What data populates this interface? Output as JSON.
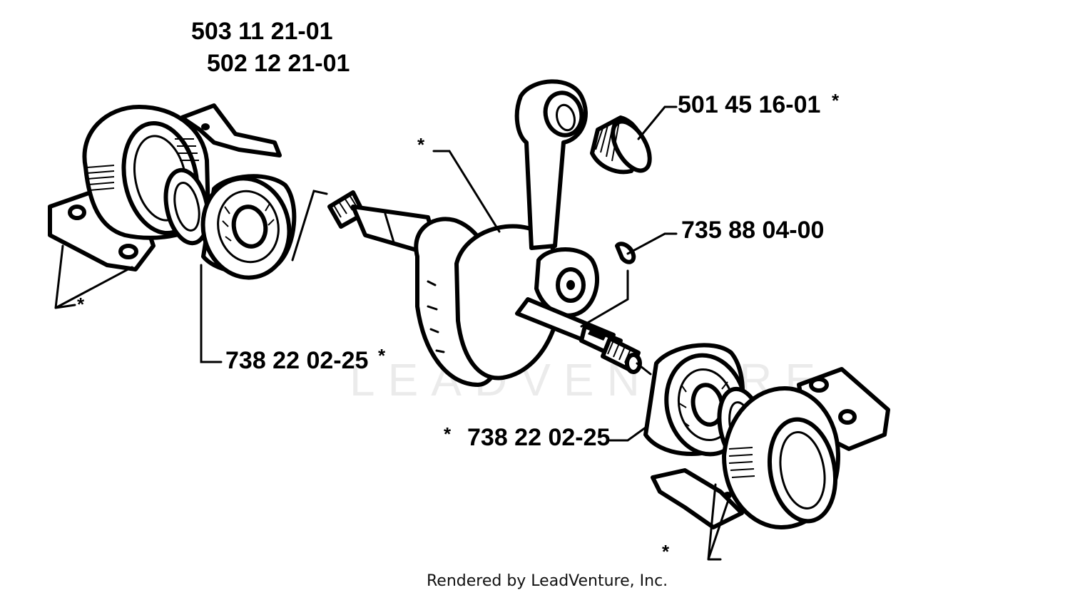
{
  "callouts": {
    "left_housing_a": "503 11 21-01",
    "left_housing_b": "502 12 21-01",
    "needle_bearing": "501 45 16-01",
    "needle_bearing_star": "*",
    "key": "735 88 04-00",
    "left_bearing": "738 22 02-25",
    "left_bearing_star": "*",
    "right_bearing": "738 22 02-25",
    "right_bearing_star": "*",
    "crank_star": "*",
    "left_screws_star": "*",
    "right_screws_star": "*"
  },
  "watermark": "LEADVENTURE",
  "footer": "Rendered by LeadVenture, Inc."
}
